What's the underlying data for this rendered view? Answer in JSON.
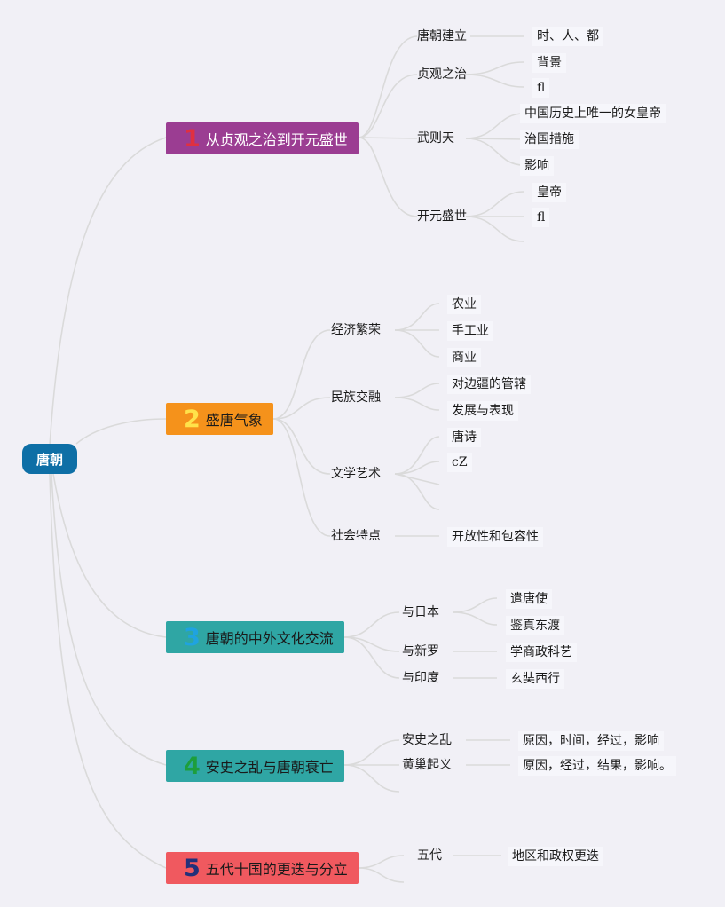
{
  "root": "唐朝",
  "branches": {
    "b1": {
      "num": "1",
      "label": "从贞观之治到开元盛世",
      "bg": "#9b3d92",
      "num_color": "#e03040",
      "text_color": "#ffffff"
    },
    "b2": {
      "num": "2",
      "label": "盛唐气象",
      "bg": "#f5921b",
      "num_color": "#ffe24a",
      "text_color": "#1a1a1a"
    },
    "b3": {
      "num": "3",
      "label": "唐朝的中外文化交流",
      "bg": "#2fa6a4",
      "num_color": "#1fa3e0",
      "text_color": "#1a1a1a"
    },
    "b4": {
      "num": "4",
      "label": "安史之乱与唐朝衰亡",
      "bg": "#2fa6a4",
      "num_color": "#1d9e3c",
      "text_color": "#1a1a1a"
    },
    "b5": {
      "num": "5",
      "label": "五代十国的更迭与分立",
      "bg": "#f0595f",
      "num_color": "#22307a",
      "text_color": "#1a1a1a"
    }
  },
  "b1": {
    "jianli": "唐朝建立",
    "jianli_leaf": "时、人、都",
    "zhenguan": "贞观之治",
    "zhenguan_leaves": [
      "背景",
      "fl"
    ],
    "wuzetian": "武则天",
    "wuzetian_leaves": [
      "中国历史上唯一的女皇帝",
      "治国措施",
      "影响"
    ],
    "kaiyuan": "开元盛世",
    "kaiyuan_leaves": [
      "皇帝",
      "fl"
    ]
  },
  "b2": {
    "jingji": "经济繁荣",
    "jingji_leaves": [
      "农业",
      "手工业",
      "商业"
    ],
    "minzu": "民族交融",
    "minzu_leaves": [
      "对边疆的管辖",
      "发展与表现"
    ],
    "wenxue": "文学艺术",
    "wenxue_leaves": [
      "唐诗",
      "cZ"
    ],
    "shehui": "社会特点",
    "shehui_leaf": "开放性和包容性"
  },
  "b3": {
    "riben": "与日本",
    "riben_leaves": [
      "遣唐使",
      "鉴真东渡"
    ],
    "xinluo": "与新罗",
    "xinluo_leaf": "学商政科艺",
    "yindu": "与印度",
    "yindu_leaf": "玄奘西行"
  },
  "b4": {
    "anshi": "安史之乱",
    "anshi_leaf": "原因，时间，经过，影响",
    "huangchao": "黄巢起义",
    "huangchao_leaf": "原因，经过，结果，影响。"
  },
  "b5": {
    "wudai": "五代",
    "wudai_leaf": "地区和政权更迭"
  }
}
